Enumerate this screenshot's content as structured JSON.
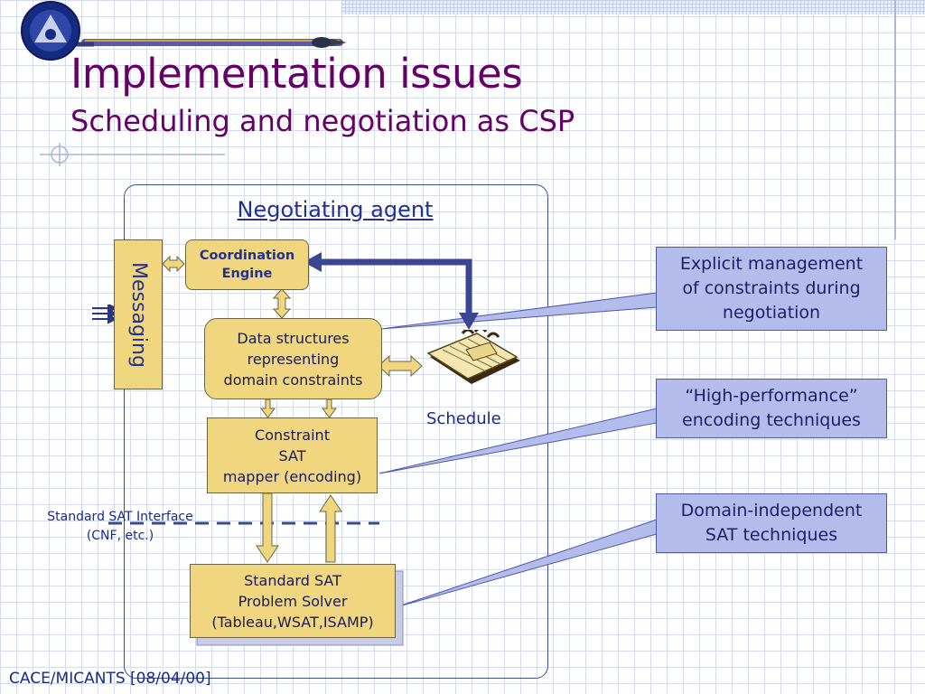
{
  "slide": {
    "title": "Implementation issues",
    "subtitle": "Scheduling and negotiation as CSP",
    "footer": "CACE/MICANTS [08/04/00]"
  },
  "diagram": {
    "agent_label": "Negotiating agent",
    "messaging": "Messaging",
    "coordination_engine": {
      "line1": "Coordination",
      "line2": "Engine"
    },
    "data_structures": {
      "line1": "Data structures",
      "line2": "representing",
      "line3": "domain constraints"
    },
    "constraint_mapper": {
      "line1": "Constraint",
      "line2": "SAT",
      "line3": "mapper (encoding)"
    },
    "sat_solver": {
      "line1": "Standard SAT",
      "line2": "Problem Solver",
      "line3": "(Tableau,WSAT,ISAMP)"
    },
    "schedule_label": "Schedule",
    "sat_interface": {
      "line1": "Standard SAT Interface",
      "line2": "(CNF, etc.)"
    }
  },
  "callouts": [
    {
      "line1": "Explicit management",
      "line2": "of constraints during",
      "line3": "negotiation"
    },
    {
      "line1": "“High-performance”",
      "line2": "encoding techniques"
    },
    {
      "line1": "Domain-independent",
      "line2": "SAT techniques"
    }
  ],
  "icons": [
    "logo-badge-icon",
    "schedule-book-icon",
    "message-arrows-icon"
  ],
  "colors": {
    "title": "#660066",
    "box_fill": "#f0d77f",
    "callout_fill": "#b4bcec",
    "link_arrow": "#3a4594",
    "text_blue": "#1a2a8a"
  }
}
